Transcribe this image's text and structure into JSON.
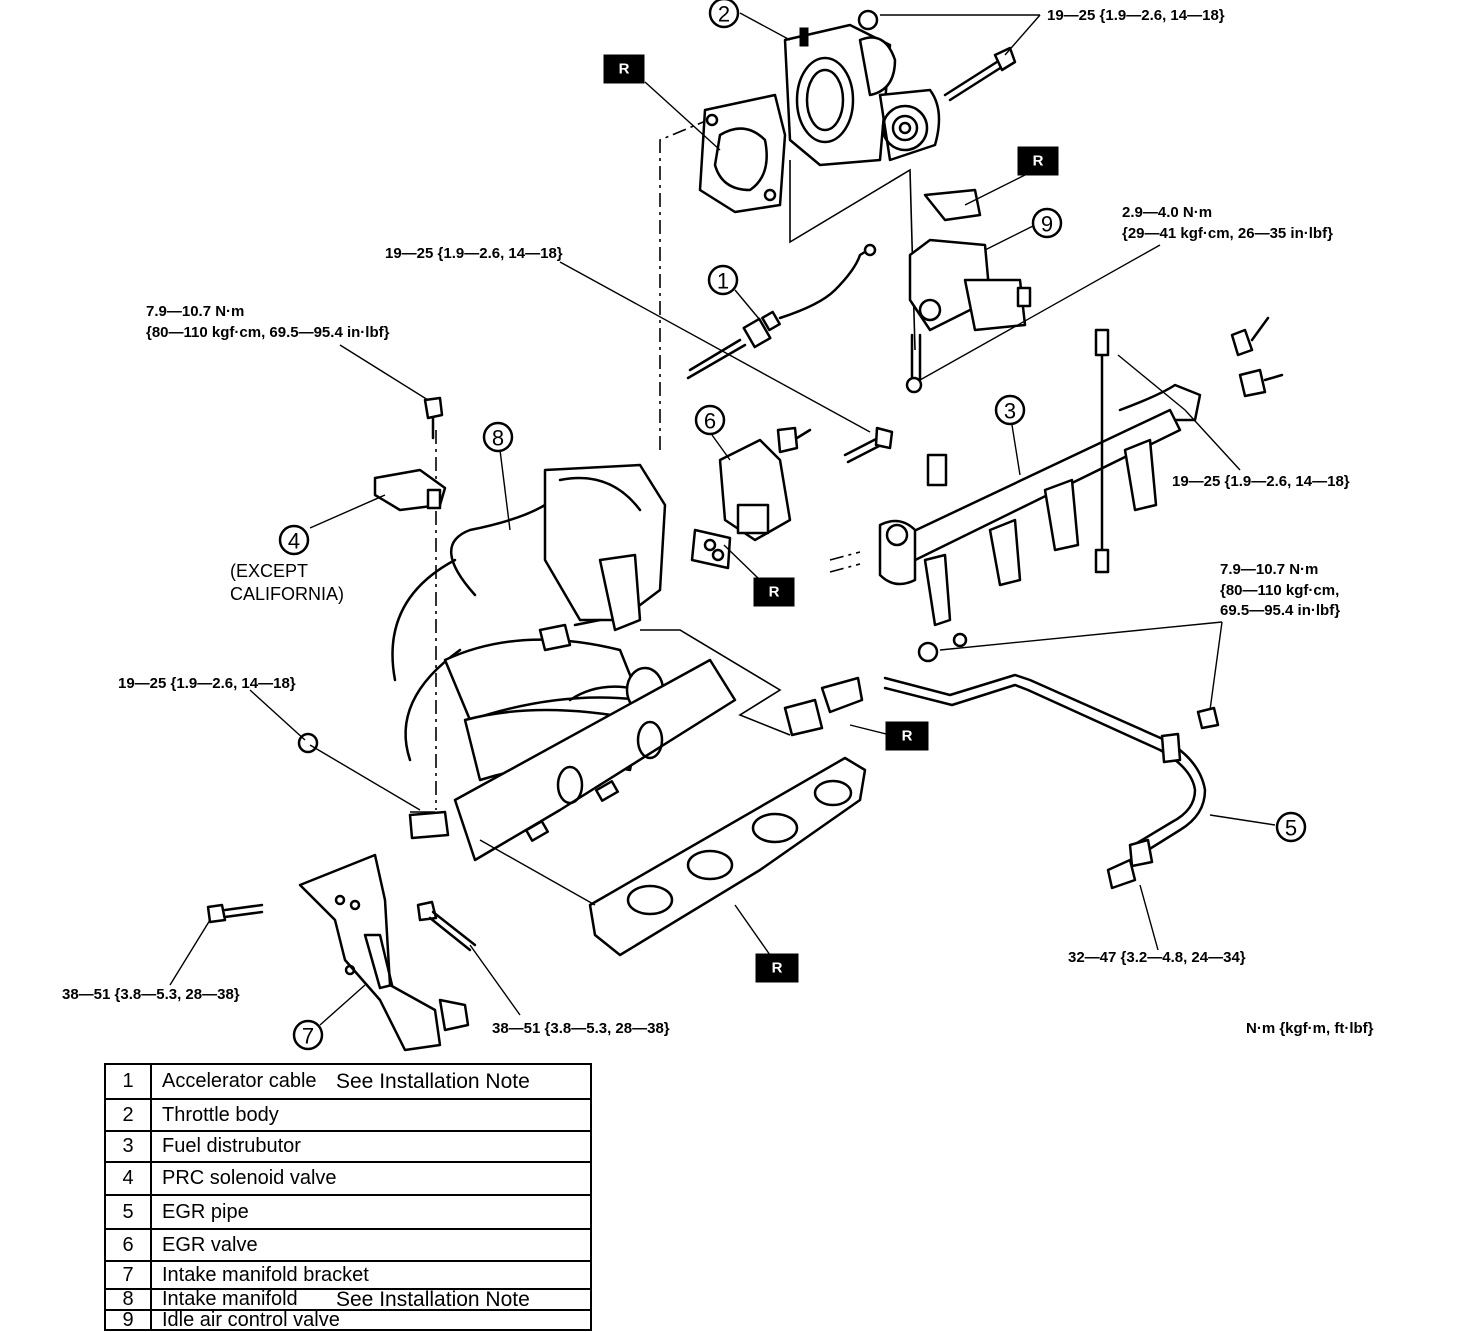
{
  "torque_specs": {
    "throttle_body_bolts": "19—25 {1.9—2.6, 14—18}",
    "accel_bracket": "19—25 {1.9—2.6, 14—18}",
    "prc_line1": "7.9—10.7 N·m",
    "prc_line2": "{80—110 kgf·cm, 69.5—95.4 in·lbf}",
    "iac_line1": "2.9—4.0 N·m",
    "iac_line2": "{29—41 kgf·cm, 26—35 in·lbf}",
    "fuel_dist": "19—25 {1.9—2.6, 14—18}",
    "egr_line1": "7.9—10.7 N·m",
    "egr_line2": "{80—110 kgf·cm,",
    "egr_line3": "69.5—95.4 in·lbf}",
    "manifold_nut": "19—25 {1.9—2.6, 14—18}",
    "bracket_left": "38—51 {3.8—5.3, 28—38}",
    "bracket_right": "38—51 {3.8—5.3, 28—38}",
    "sensor_bottom": "32—47 {3.2—4.8, 24—34}"
  },
  "units_note": "N·m {kgf·m, ft·lbf}",
  "except_note_line1": "(EXCEPT",
  "except_note_line2": "CALIFORNIA)",
  "replace_mark": "R",
  "callouts": [
    "1",
    "2",
    "3",
    "4",
    "5",
    "6",
    "7",
    "8",
    "9"
  ],
  "legend": [
    {
      "num": "1",
      "name": "Accelerator cable",
      "note": "See Installation  Note"
    },
    {
      "num": "2",
      "name": "Throttle body",
      "note": ""
    },
    {
      "num": "3",
      "name": "Fuel distrubutor",
      "note": ""
    },
    {
      "num": "4",
      "name": "PRC solenoid valve",
      "note": ""
    },
    {
      "num": "5",
      "name": "EGR pipe",
      "note": ""
    },
    {
      "num": "6",
      "name": "EGR valve",
      "note": ""
    },
    {
      "num": "7",
      "name": "Intake manifold bracket",
      "note": ""
    },
    {
      "num": "8",
      "name": "Intake manifold",
      "note": "See Installation  Note"
    },
    {
      "num": "9",
      "name": "Idle air control valve",
      "note": ""
    }
  ]
}
